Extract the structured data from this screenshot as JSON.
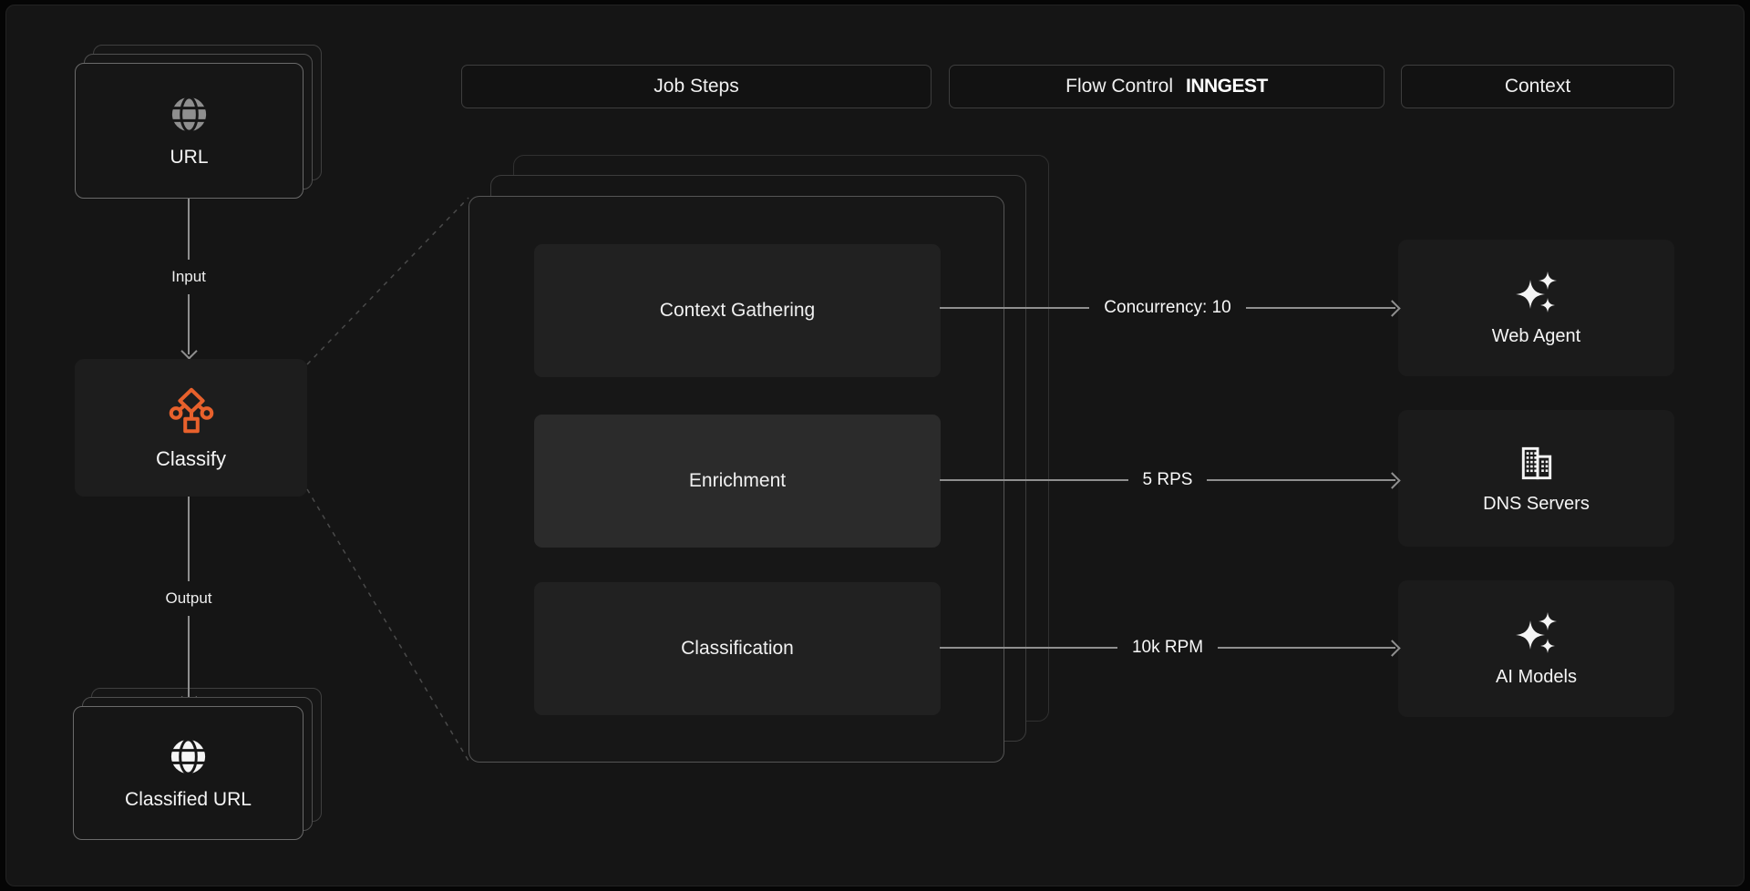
{
  "headers": {
    "job_steps": {
      "label": "Job Steps"
    },
    "flow_control": {
      "label": "Flow Control",
      "logo": "INNGEST"
    },
    "context": {
      "label": "Context"
    }
  },
  "pipeline": {
    "source": {
      "label": "URL",
      "icon": "globe-icon",
      "icon_color": "#8f8f8f"
    },
    "input_label": "Input",
    "classify": {
      "label": "Classify",
      "icon": "classify-tree-icon",
      "icon_color": "#E8612C"
    },
    "output_label": "Output",
    "result": {
      "label": "Classified URL",
      "icon": "globe-icon",
      "icon_color": "#f5f5f5"
    }
  },
  "job_steps": [
    {
      "label": "Context Gathering",
      "highlight": false
    },
    {
      "label": "Enrichment",
      "highlight": true
    },
    {
      "label": "Classification",
      "highlight": false
    }
  ],
  "flow_controls": [
    {
      "label": "Concurrency: 10"
    },
    {
      "label": "5 RPS"
    },
    {
      "label": "10k RPM"
    }
  ],
  "context_nodes": [
    {
      "label": "Web Agent",
      "icon": "sparkles-icon",
      "icon_color": "#f5f5f5"
    },
    {
      "label": "DNS Servers",
      "icon": "buildings-icon",
      "icon_color": "#f5f5f5"
    },
    {
      "label": "AI Models",
      "icon": "sparkles-icon",
      "icon_color": "#f5f5f5"
    }
  ],
  "colors": {
    "accent_orange": "#E8612C",
    "arrow_gray": "#8f8f8f",
    "dashed_gray": "#4a4a4a"
  }
}
